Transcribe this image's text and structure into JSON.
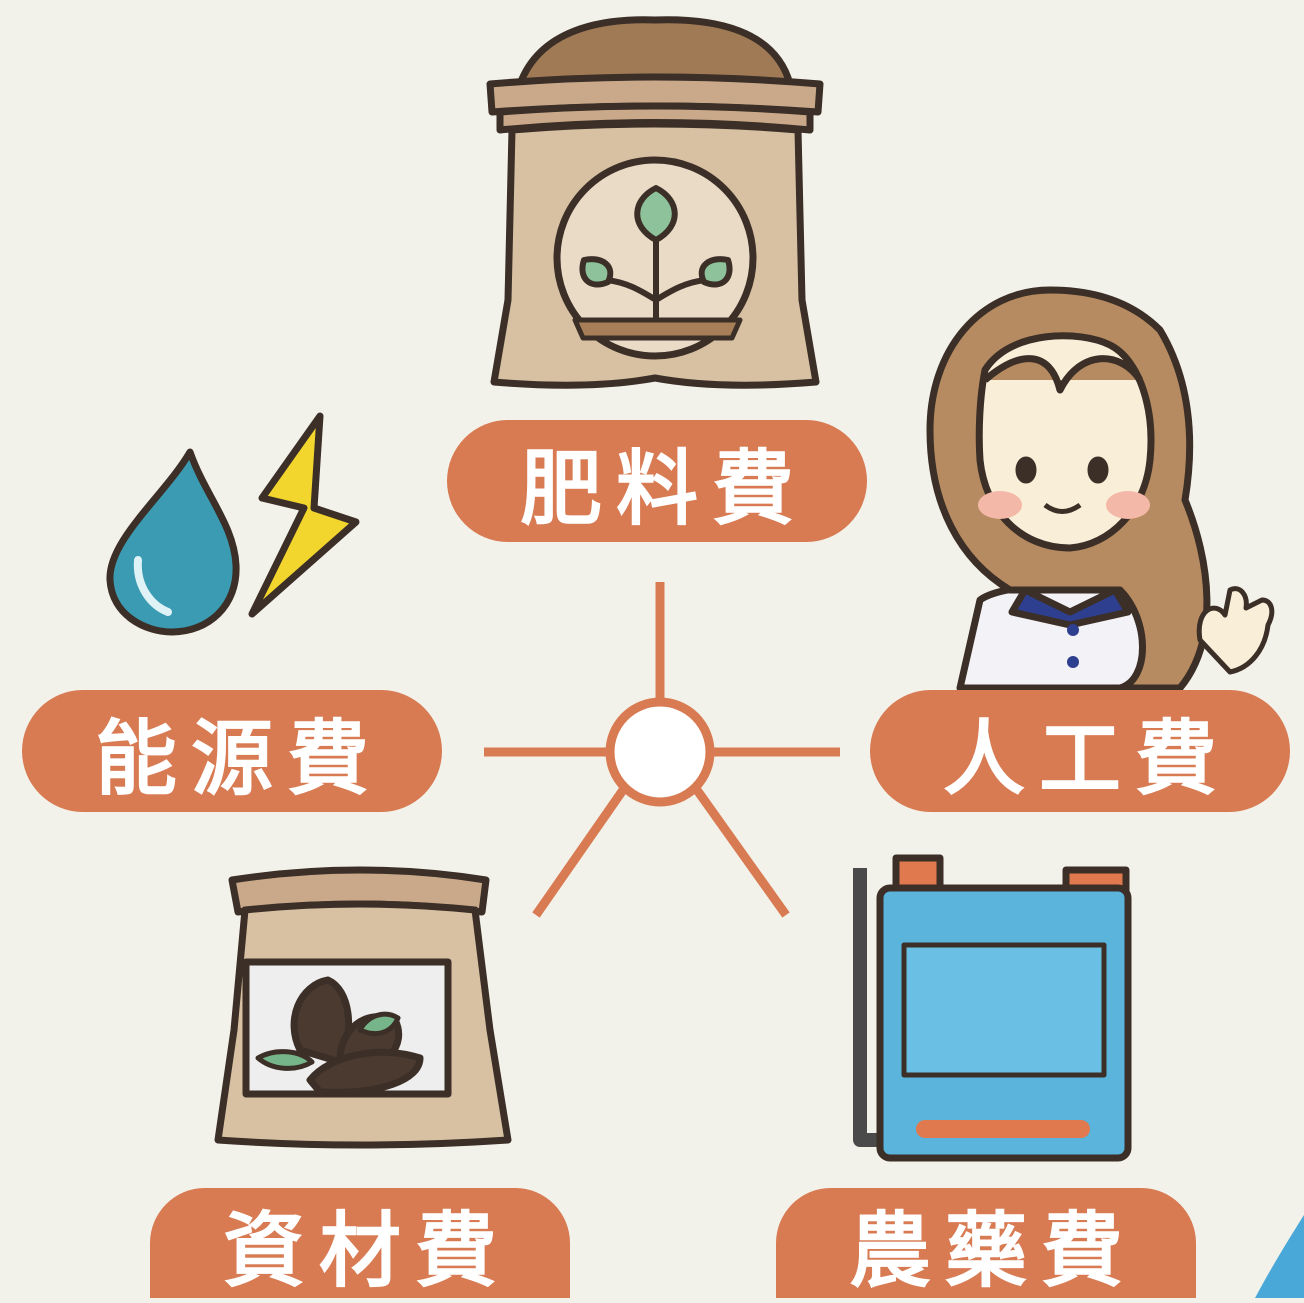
{
  "diagram": {
    "center_icon": "hub-connector-icon",
    "items": [
      {
        "key": "fertilizer",
        "label": "肥料費",
        "icon": "fertilizer-sack-icon"
      },
      {
        "key": "energy",
        "label": "能源費",
        "icon": "water-drop-lightning-icon"
      },
      {
        "key": "labor",
        "label": "人工費",
        "icon": "farmer-woman-icon"
      },
      {
        "key": "material",
        "label": "資材費",
        "icon": "seed-bag-icon"
      },
      {
        "key": "pesticide",
        "label": "農藥費",
        "icon": "pesticide-sprayer-tank-icon"
      }
    ],
    "colors": {
      "background": "#f3f2ea",
      "label": "#d87a52",
      "connector": "#d87a52",
      "accent": "#4aa8d8"
    }
  }
}
